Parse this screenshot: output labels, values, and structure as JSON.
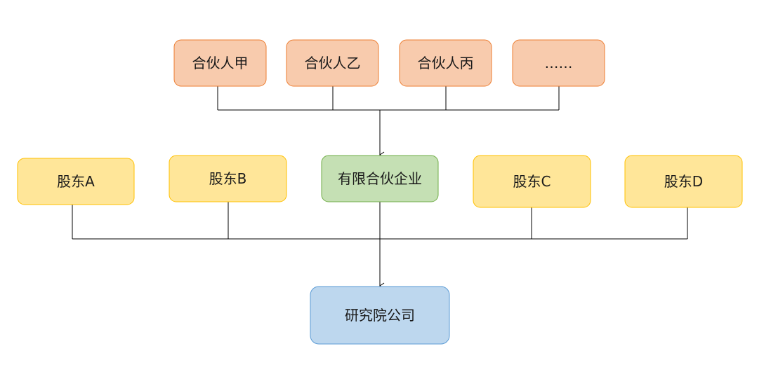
{
  "colors": {
    "partner_fill": "#f8cbad",
    "partner_stroke": "#ed7d31",
    "shareholder_fill": "#ffe699",
    "shareholder_stroke": "#ffc000",
    "lp_fill": "#c5e0b4",
    "lp_stroke": "#70ad47",
    "company_fill": "#bdd7ee",
    "company_stroke": "#5b9bd5",
    "line": "#000000"
  },
  "partners": [
    {
      "label": "合伙人甲"
    },
    {
      "label": "合伙人乙"
    },
    {
      "label": "合伙人丙"
    },
    {
      "label": "……"
    }
  ],
  "shareholders": [
    {
      "label": "股东A"
    },
    {
      "label": "股东B"
    },
    {
      "label": "股东C"
    },
    {
      "label": "股东D"
    }
  ],
  "limited_partnership": {
    "label": "有限合伙企业"
  },
  "company": {
    "label": "研究院公司"
  }
}
